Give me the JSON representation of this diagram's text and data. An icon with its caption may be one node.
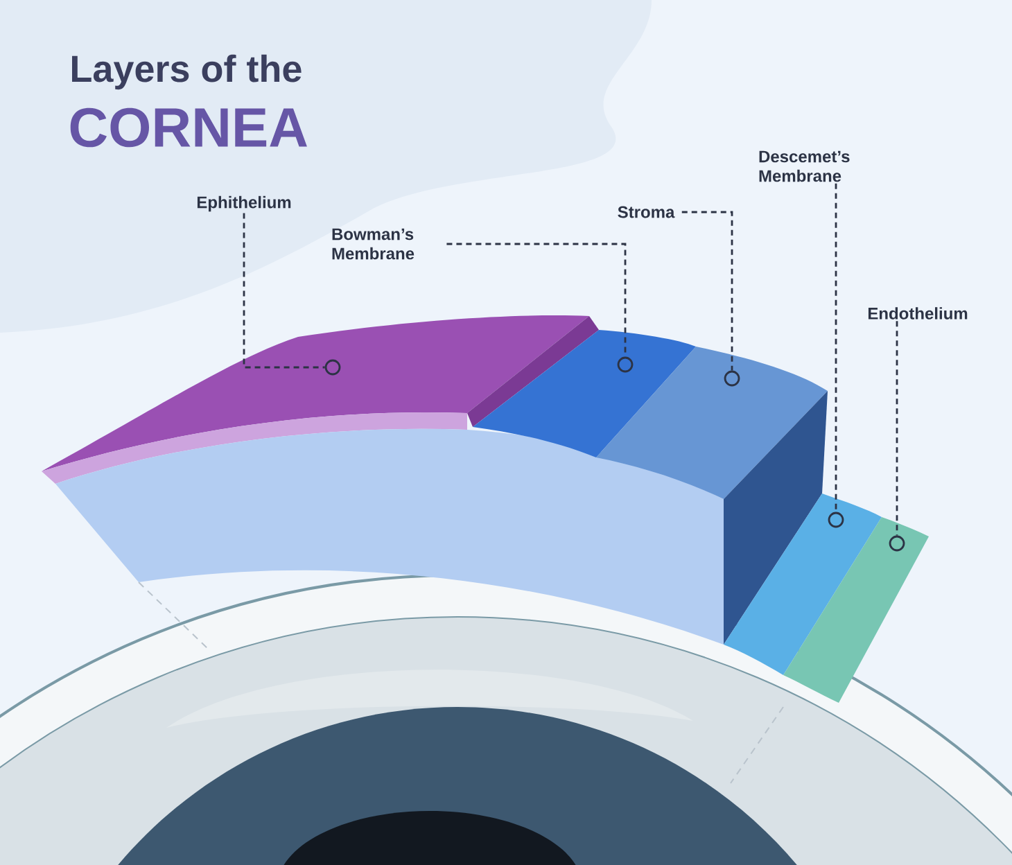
{
  "diagram": {
    "title": "Layers of the",
    "nodes": [
      {
        "text": [
          "Ephithelium"
        ]
      },
      {
        "text": [
          "Bowman’s Membrane"
        ]
      },
      {
        "text": [
          "Stroma"
        ]
      },
      {
        "text": [
          "Descemet’s Membrane"
        ]
      },
      {
        "text": [
          "Endothelium"
        ]
      },
      {
        "text": [],
        "shape": "circle"
      },
      {
        "text": [],
        "shape": "circle"
      },
      {
        "text": [],
        "shape": "circle"
      },
      {
        "text": [],
        "shape": "circle"
      },
      {
        "text": [],
        "shape": "circle"
      }
    ],
    "edges": [
      {
        "from": 0,
        "to": 5,
        "arrow": "none",
        "style": "dashed"
      },
      {
        "from": 1,
        "to": 6,
        "arrow": "none",
        "style": "dashed"
      },
      {
        "from": 2,
        "to": 7,
        "arrow": "none",
        "style": "dashed"
      },
      {
        "from": 3,
        "to": 8,
        "arrow": "none",
        "style": "dashed"
      },
      {
        "from": 4,
        "to": 9,
        "arrow": "none",
        "style": "dashed"
      }
    ],
    "labels": [
      "CORNEA"
    ]
  }
}
